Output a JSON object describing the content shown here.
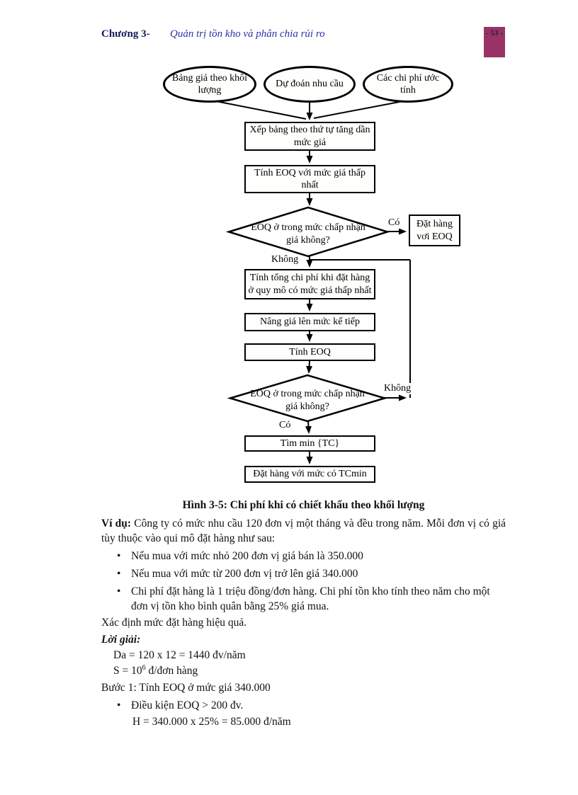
{
  "header": {
    "chapter": "Chương 3-",
    "title": "Quản trị tồn kho và phân chia rủi ro",
    "page_number": "- 53 -",
    "badge_color": "#993366"
  },
  "flowchart": {
    "inputs": [
      {
        "label": "Bảng giá theo khôi lượng"
      },
      {
        "label": "Dự đoán nhu cầu"
      },
      {
        "label": "Các chi phí ước tính"
      }
    ],
    "steps": {
      "sort": "Xếp bảng theo thứ tự tăng dần mức giá",
      "eoq_lowest": "Tính EOQ với mức giá thấp nhất",
      "decision1": "EOQ ở trong mức chấp nhận giá không?",
      "order_eoq": "Đặt hàng vơi EOQ",
      "total_cost": "Tính tổng chi phí khi đặt hàng ở quy mô có mức giá thấp nhất",
      "next_price": "Nâng giá lên mức kế tiếp",
      "eoq": "Tính EOQ",
      "decision2": "EOQ ở trong mức chấp nhận giá không?",
      "min_tc": "Tìm min {TC}",
      "order_tcmin": "Đặt hàng với mức có TCmin"
    },
    "edge_labels": {
      "yes1": "Có",
      "no1": "Không",
      "yes2": "Có",
      "no2": "Không"
    }
  },
  "caption": "Hình  3-5: Chi phí khi có chiết khấu theo khối lượng",
  "example": {
    "lead": "Ví dụ:",
    "intro": "Công ty có mức nhu cầu 120 đơn vị một tháng và đều trong năm. Mỗi đơn vị có giá tùy thuộc vào qui mô đặt hàng như sau:",
    "bullet_char": "•",
    "bullets": [
      "Nếu mua với mức nhỏ 200 đơn vị giá bán là 350.000",
      "Nếu mua với mức từ 200 đơn vị trở lên giá 340.000",
      "Chi phí đặt hàng là 1 triệu đồng/đơn hàng. Chi phí tồn kho tính theo năm cho một đơn vị tồn kho bình quân bằng 25% giá mua."
    ],
    "task": "Xác định mức đặt hàng hiệu quả."
  },
  "solution": {
    "heading": "Lời giải:",
    "line_da": "Da = 120 x 12 = 1440 đv/năm",
    "line_s_pre": "S = 10",
    "line_s_sup": "6",
    "line_s_post": " đ/đơn hàng",
    "step1": "Bước 1:  Tính EOQ ở mức giá 340.000",
    "condition": "Điều kiện  EOQ > 200 đv.",
    "h_line": "H = 340.000 x 25% = 85.000 đ/năm"
  }
}
